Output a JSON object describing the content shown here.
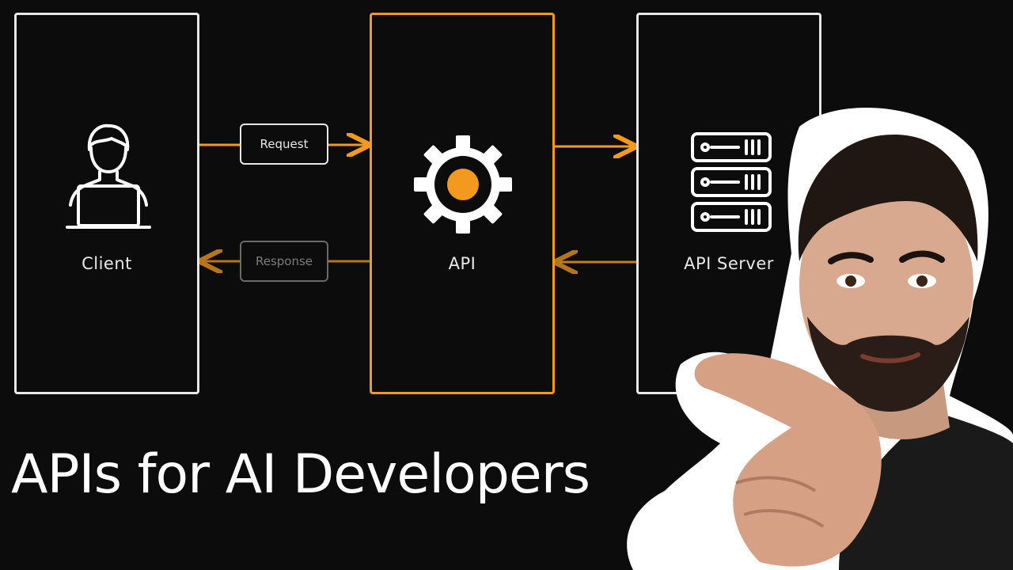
{
  "diagram": {
    "nodes": {
      "client": {
        "label": "Client",
        "icon": "user-laptop-icon"
      },
      "api": {
        "label": "API",
        "icon": "gear-icon"
      },
      "server": {
        "label": "API Server",
        "icon": "server-rack-icon"
      }
    },
    "edges": {
      "request": {
        "label": "Request"
      },
      "response": {
        "label": "Response"
      }
    },
    "colors": {
      "accent": "#f39a1e",
      "line": "#e8e8e8",
      "muted": "#6a6a6a",
      "background": "#0c0c0c"
    }
  },
  "headline": {
    "text": "APIs for AI Developers"
  },
  "presenter": {
    "icon": "presenter-pointing-icon"
  }
}
